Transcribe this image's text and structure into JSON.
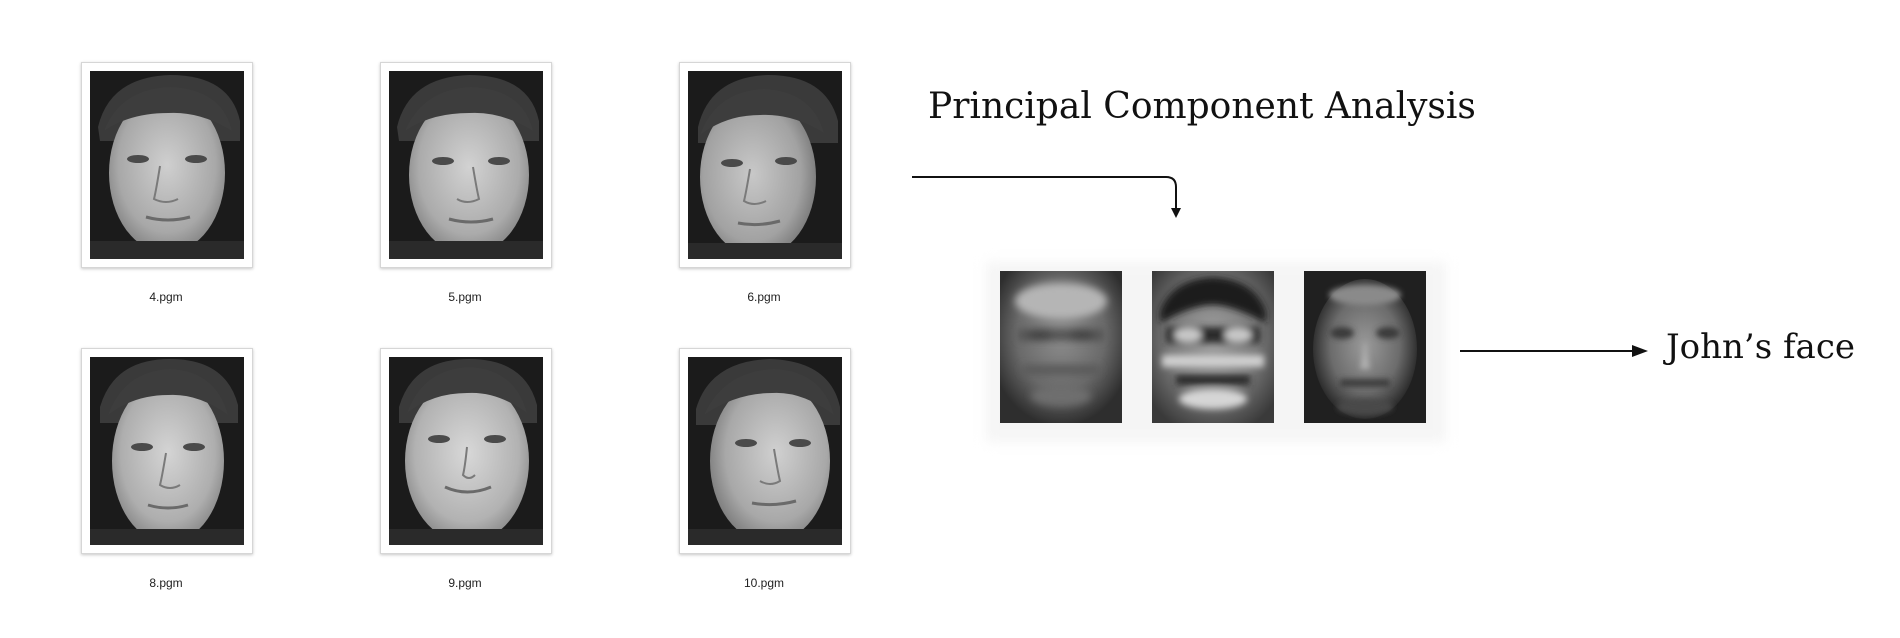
{
  "source_images": [
    {
      "label": "4.pgm",
      "icon": "face-photo-icon"
    },
    {
      "label": "5.pgm",
      "icon": "face-photo-icon"
    },
    {
      "label": "6.pgm",
      "icon": "face-photo-icon"
    },
    {
      "label": "8.pgm",
      "icon": "face-photo-icon"
    },
    {
      "label": "9.pgm",
      "icon": "face-photo-icon"
    },
    {
      "label": "10.pgm",
      "icon": "face-photo-icon"
    }
  ],
  "process": {
    "title": "Principal Component Analysis"
  },
  "eigenfaces": [
    {
      "icon": "eigenface-icon"
    },
    {
      "icon": "eigenface-icon"
    },
    {
      "icon": "eigenface-icon"
    }
  ],
  "result": {
    "label": "John’s face"
  },
  "colors": {
    "background": "#ffffff",
    "text": "#111111",
    "arrow": "#111111",
    "photo_background": "#1b1b1b"
  }
}
